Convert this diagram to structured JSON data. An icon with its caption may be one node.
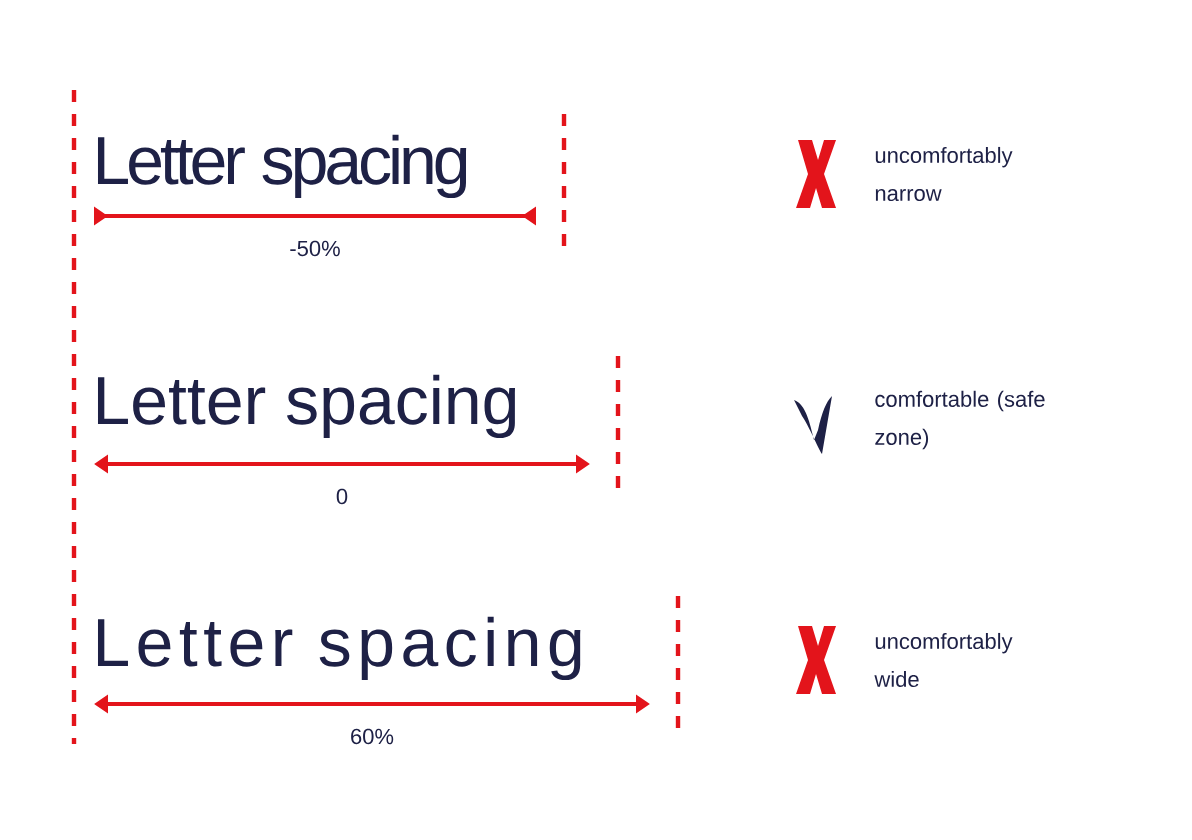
{
  "diagram": {
    "labels": [
      "Letter spacing",
      "-50%",
      "uncomfortably narrow",
      "Letter spacing",
      "0",
      "comfortable (safe zone)",
      "Letter spacing",
      "60%",
      "uncomfortably wide"
    ]
  }
}
